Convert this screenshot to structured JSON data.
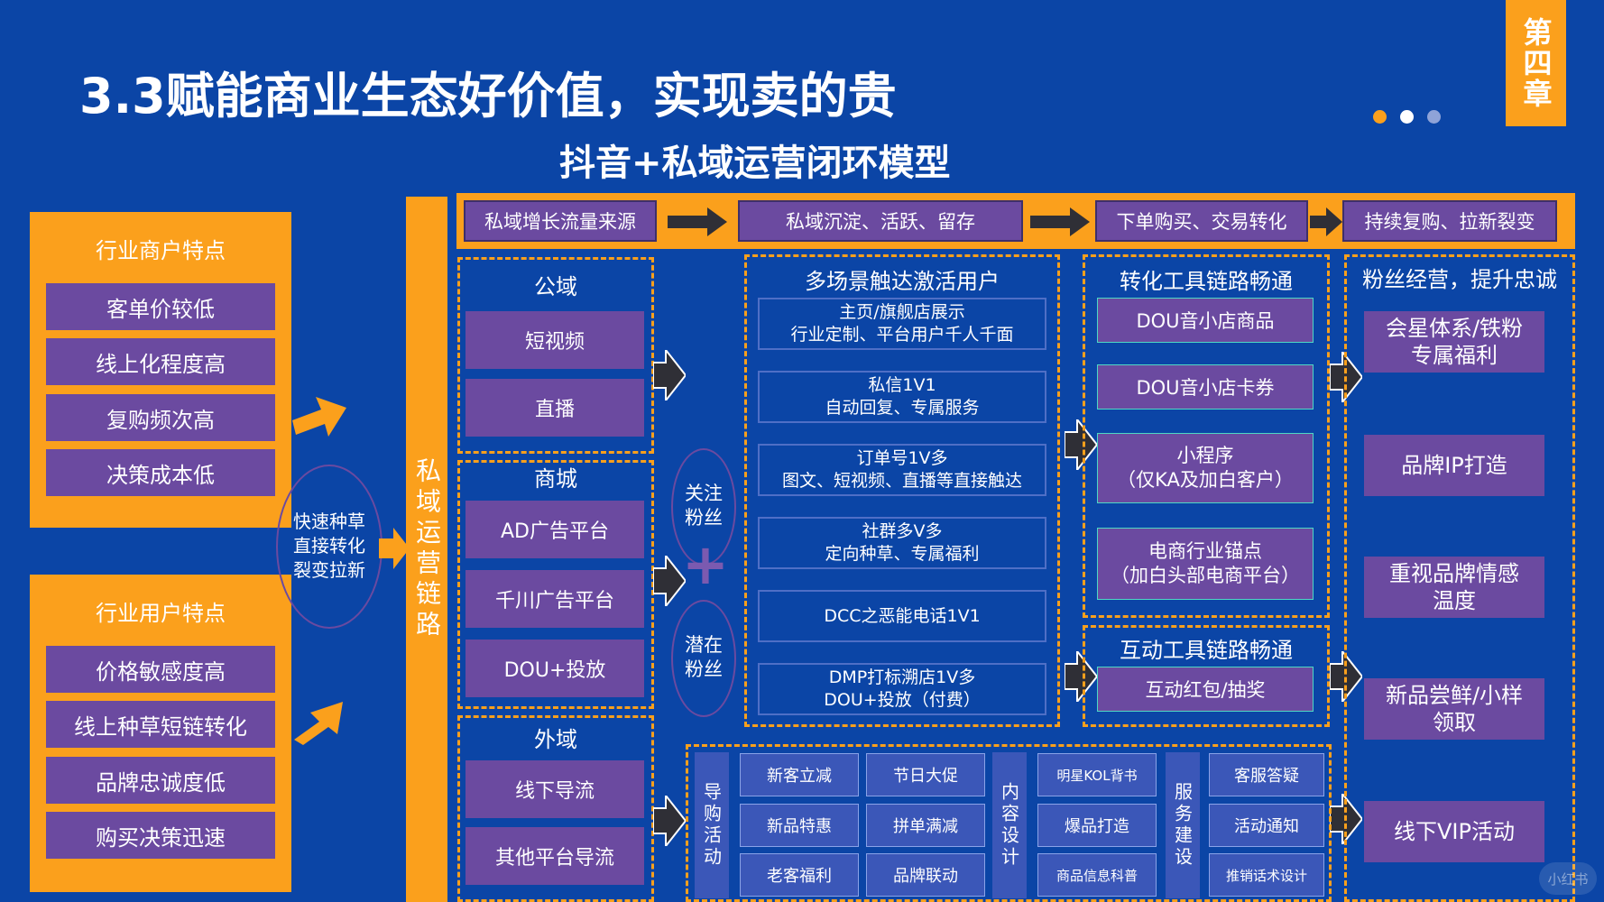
{
  "title": "3.3赋能商业生态好价值，实现卖的贵",
  "subtitle": "抖音+私域运营闭环模型",
  "chapter_tab": "第四章",
  "colors": {
    "background": "#0b45a6",
    "orange": "#fba01c",
    "purple": "#6b4aa0",
    "slot_bg": "#0b45a6"
  },
  "merchant": {
    "title": "行业商户特点",
    "items": [
      "客单价较低",
      "线上化程度高",
      "复购频次高",
      "决策成本低"
    ]
  },
  "user": {
    "title": "行业用户特点",
    "items": [
      "价格敏感度高",
      "线上种草短链转化",
      "品牌忠诚度低",
      "购买决策迅速"
    ]
  },
  "ellipse_text": [
    "快速种草",
    "直接转化",
    "裂变拉新"
  ],
  "vertical_bar": "私域运营链路",
  "top_flow": [
    "私域增长流量来源",
    "私域沉淀、活跃、留存",
    "下单购买、交易转化",
    "持续复购、拉新裂变"
  ],
  "public_domain": {
    "title": "公域",
    "items": [
      "短视频",
      "直播"
    ]
  },
  "mall": {
    "title": "商城",
    "items": [
      "AD广告平台",
      "千川广告平台",
      "DOU+投放"
    ]
  },
  "external": {
    "title": "外域",
    "items": [
      "线下导流",
      "其他平台导流"
    ]
  },
  "fans": {
    "follow": "关注粉丝",
    "potential": "潜在粉丝",
    "plus": "+"
  },
  "scene": {
    "title": "多场景触达激活用户",
    "items": [
      [
        "主页/旗舰店展示",
        "行业定制、平台用户千人千面"
      ],
      [
        "私信1V1",
        "自动回复、专属服务"
      ],
      [
        "订单号1V多",
        "图文、短视频、直播等直接触达"
      ],
      [
        "社群多V多",
        "定向种草、专属福利"
      ],
      [
        "DCC之恶能电话1V1",
        ""
      ],
      [
        "DMP打标溯店1V多",
        "DOU+投放（付费）"
      ]
    ]
  },
  "conversion": {
    "title": "转化工具链路畅通",
    "items": [
      [
        "DOU音小店商品",
        ""
      ],
      [
        "DOU音小店卡券",
        ""
      ],
      [
        "小程序",
        "（仅KA及加白客户）"
      ],
      [
        "电商行业锚点",
        "（加白头部电商平台）"
      ]
    ]
  },
  "interaction": {
    "title": "互动工具链路畅通",
    "items": [
      "互动红包/抽奖"
    ]
  },
  "loyalty": {
    "title": "粉丝经营，提升忠诚",
    "items": [
      [
        "会星体系/铁粉",
        "专属福利"
      ],
      [
        "品牌IP打造",
        ""
      ],
      [
        "重视品牌情感",
        "温度"
      ],
      [
        "新品尝鲜/小样",
        "领取"
      ],
      [
        "线下VIP活动",
        ""
      ]
    ]
  },
  "bottom": {
    "guide_label": "导购活动",
    "guide_items": [
      "新客立减",
      "节日大促",
      "新品特惠",
      "拼单满减",
      "老客福利",
      "品牌联动"
    ],
    "content_label": "内容设计",
    "content_items": [
      "明星KOL背书",
      "爆品打造",
      "商品信息科普"
    ],
    "service_label": "服务建设",
    "service_items": [
      "客服答疑",
      "活动通知",
      "推销话术设计"
    ]
  },
  "watermark": "小红书"
}
